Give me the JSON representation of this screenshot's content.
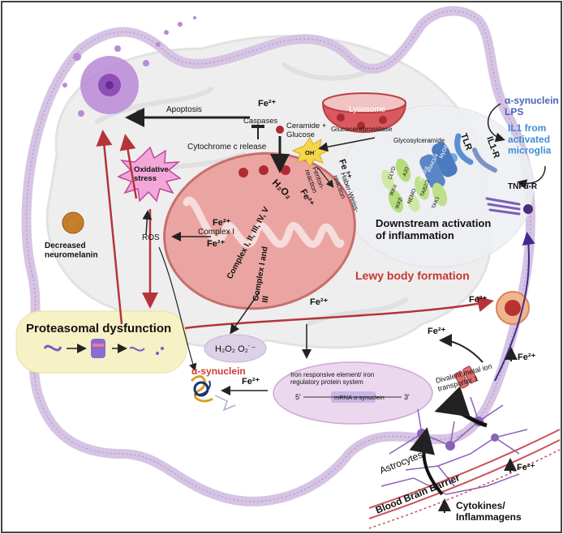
{
  "colors": {
    "membrane": "#d9c6e6",
    "membrane_stroke": "#b79ccc",
    "mito_fill": "#e89a9a",
    "mito_stroke": "#c66a6a",
    "brain": "#ececec",
    "proteasome_box": "#f6f0c4",
    "red_arrow": "#b5343a",
    "lewy_text": "#c8362f",
    "synuclein_text": "#cf3a36",
    "blue_text": "#4a62b8",
    "light_blue_text": "#3f8ed6",
    "bbb_stroke": "#c9545a",
    "astro": "#8a63b8",
    "gene_box": "#efe2f2"
  },
  "labels": {
    "fe2_caspase": "Fe²⁺",
    "apoptosis": "Apoptosis",
    "caspases": "Caspases",
    "ceramide_glucose": "Ceramide +\nGlucose",
    "lysosome": "Lysosome",
    "glucocerebrosidase": "Glucocerebrosidase",
    "glycosylceramide": "Glycosylceramide",
    "oh_radical": "OH˙",
    "cytochrome_release": "Cytochrome c release",
    "oxidative_stress": "Oxidative\nstress",
    "fenton": "Fenton-\nreaction",
    "fe3": "Fe ³⁺",
    "haber_weiss": "Haber-Weiss-\nreaction",
    "h2o2_mito": "H₂O₂",
    "fe2_mito": "Fe²⁺",
    "fe2_complex1": "Fe²⁺",
    "complex1": "Complex I",
    "ros": "ROS",
    "fe2_ros": "Fe²⁺",
    "complexes": "Complex I, II, III, IV, V",
    "complex1_and_3": "Complex I and\nIII",
    "decreased_neuromelanin": "Decreased\nneuromelanin",
    "proteasomal": "Proteasomal dysfunction",
    "h2o2_o2": "H₂O₂  O₂˙⁻",
    "fe2_center": "Fe²⁺",
    "lewy_body": "Lewy body formation",
    "fe2_lewy": "Fe²⁺",
    "fe2_dmt": "Fe²⁺",
    "dmt1": "Divalent metal ion\ntransporter 1",
    "fe2_up": "Fe²⁺",
    "fe2_astro": "Fe²⁺",
    "alpha_syn_left": "α-synuclein",
    "fe2_syn": "Fe²⁺",
    "ire_system": "Iron responsive element/ iron\nregulatory protein system",
    "five_prime": "5'",
    "three_prime": "3'",
    "mrna": "mRNA α-synuclein",
    "astrocytes": "Astrocytes",
    "bbb": "Blood Brain  Barrier",
    "cytokines": "Cytokines/\nInflammagens",
    "alpha_syn_lps": "α-synuclein\nLPS",
    "il1_microglia": "IL1 from\nactivated\nmicroglia",
    "tlr": "TLR",
    "il1r": "IL1-R",
    "tnfr": "TNFα-R",
    "downstream": "Downstream activation\nof inflammation",
    "myd88": "MyD88",
    "irak": "IRAK1/4",
    "traf6": "TRAF6",
    "a20": "A20",
    "cld": "CLYD",
    "tab": "TAB2/3",
    "tak1": "TAK1",
    "ikka": "IKKα",
    "ikkb": "IKKβ",
    "nemo": "NEMO"
  }
}
